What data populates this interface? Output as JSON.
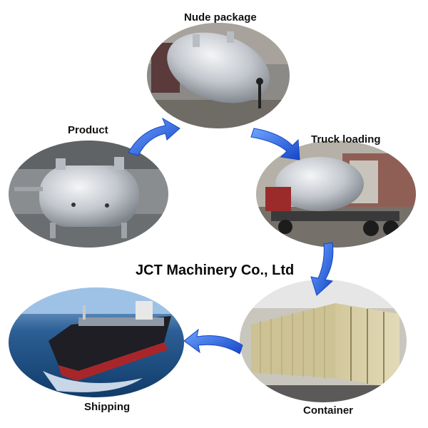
{
  "company_name": "JCT Machinery Co., Ltd",
  "stages": {
    "nude_package": "Nude package",
    "truck_loading": "Truck loading",
    "container": "Container",
    "shipping": "Shipping",
    "product": "Product"
  },
  "colors": {
    "arrow_blue": "#1f5fe0",
    "steel": "#c9ccd1",
    "container_beige": "#d8cfa6",
    "sea_blue": "#1e4f86",
    "hull_red": "#a8262a"
  }
}
